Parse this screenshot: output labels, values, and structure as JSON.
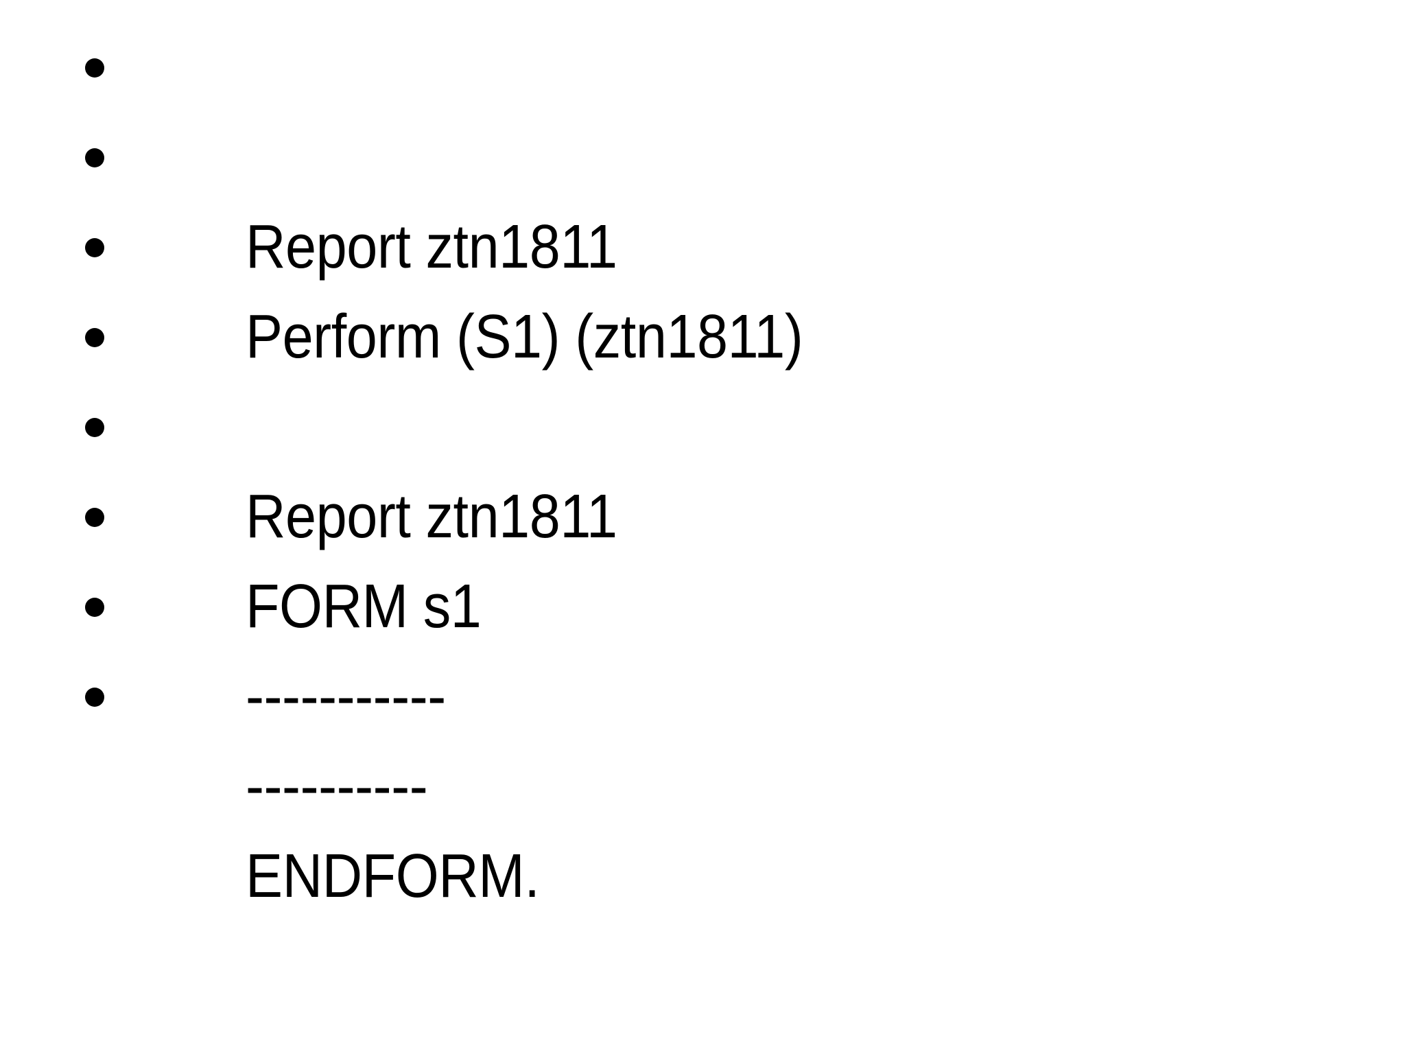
{
  "slide": {
    "background_color": "#ffffff",
    "text_color": "#000000",
    "bullets": [
      {
        "text": "Report ztn1811"
      },
      {
        "text": "Perform (S1) (ztn1811)"
      },
      {
        "text": ""
      },
      {
        "text": "Report ztn1811"
      },
      {
        "text": "FORM s1"
      },
      {
        "text": "-----------"
      },
      {
        "text": "----------"
      },
      {
        "text": "ENDFORM."
      }
    ]
  }
}
